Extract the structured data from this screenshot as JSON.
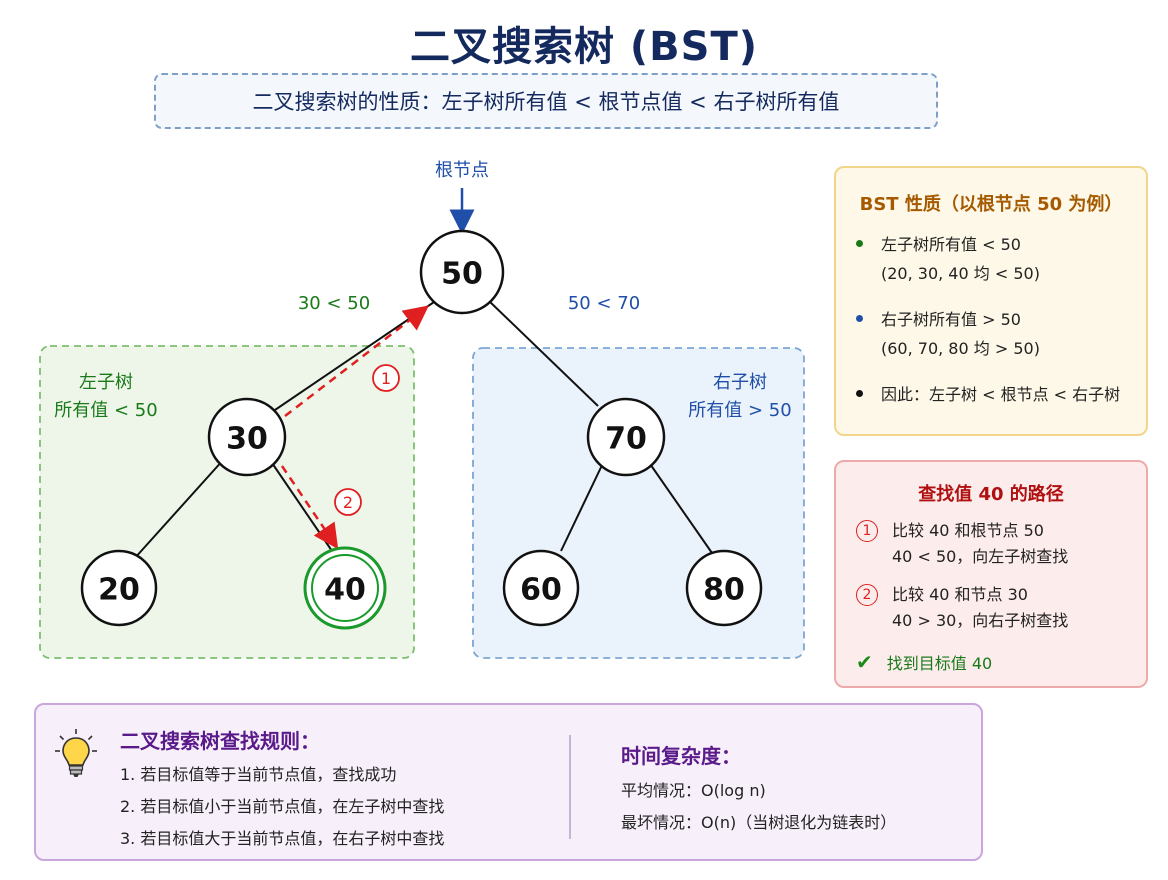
{
  "title": "二叉搜索树 (BST)",
  "subtitle": "二叉搜索树的性质：左子树所有值 < 根节点值 < 右子树所有值",
  "tree": {
    "root_label": "根节点",
    "left_compare": "30 < 50",
    "right_compare": "50 < 70",
    "left_region": {
      "line1": "左子树",
      "line2": "所有值 < 50"
    },
    "right_region": {
      "line1": "右子树",
      "line2": "所有值 > 50"
    },
    "nodes": [
      "50",
      "30",
      "70",
      "20",
      "40",
      "60",
      "80"
    ],
    "target_node": "40",
    "step_markers": [
      "①",
      "②"
    ]
  },
  "properties": {
    "title": "BST 性质（以根节点 50 为例）",
    "items": [
      {
        "line1": "左子树所有值 < 50",
        "line2": "(20, 30, 40 均 < 50)",
        "bullet_color": "#1a7a1a"
      },
      {
        "line1": "右子树所有值 > 50",
        "line2": "(60, 70, 80 均 > 50)",
        "bullet_color": "#1f4fa8"
      },
      {
        "line1": "因此：左子树 < 根节点 < 右子树",
        "line2": "",
        "bullet_color": "#111111"
      }
    ]
  },
  "search_path": {
    "title": "查找值 40 的路径",
    "steps": [
      {
        "num": "1",
        "line1": "比较 40 和根节点 50",
        "line2": "40 < 50，向左子树查找"
      },
      {
        "num": "2",
        "line1": "比较 40 和节点 30",
        "line2": "40 > 30，向右子树查找"
      }
    ],
    "found": "找到目标值 40"
  },
  "rules": {
    "title": "二叉搜索树查找规则：",
    "lines": [
      "1. 若目标值等于当前节点值，查找成功",
      "2. 若目标值小于当前节点值，在左子树中查找",
      "3. 若目标值大于当前节点值，在右子树中查找"
    ]
  },
  "complexity": {
    "title": "时间复杂度：",
    "average": "平均情况：O(log n)",
    "worst": "最坏情况：O(n)（当树退化为链表时）"
  },
  "colors": {
    "title": "#14295e",
    "left_region": "#1a7a1a",
    "right_region": "#1f4fa8",
    "path": "#e02020",
    "found": "#1a8a1a"
  }
}
